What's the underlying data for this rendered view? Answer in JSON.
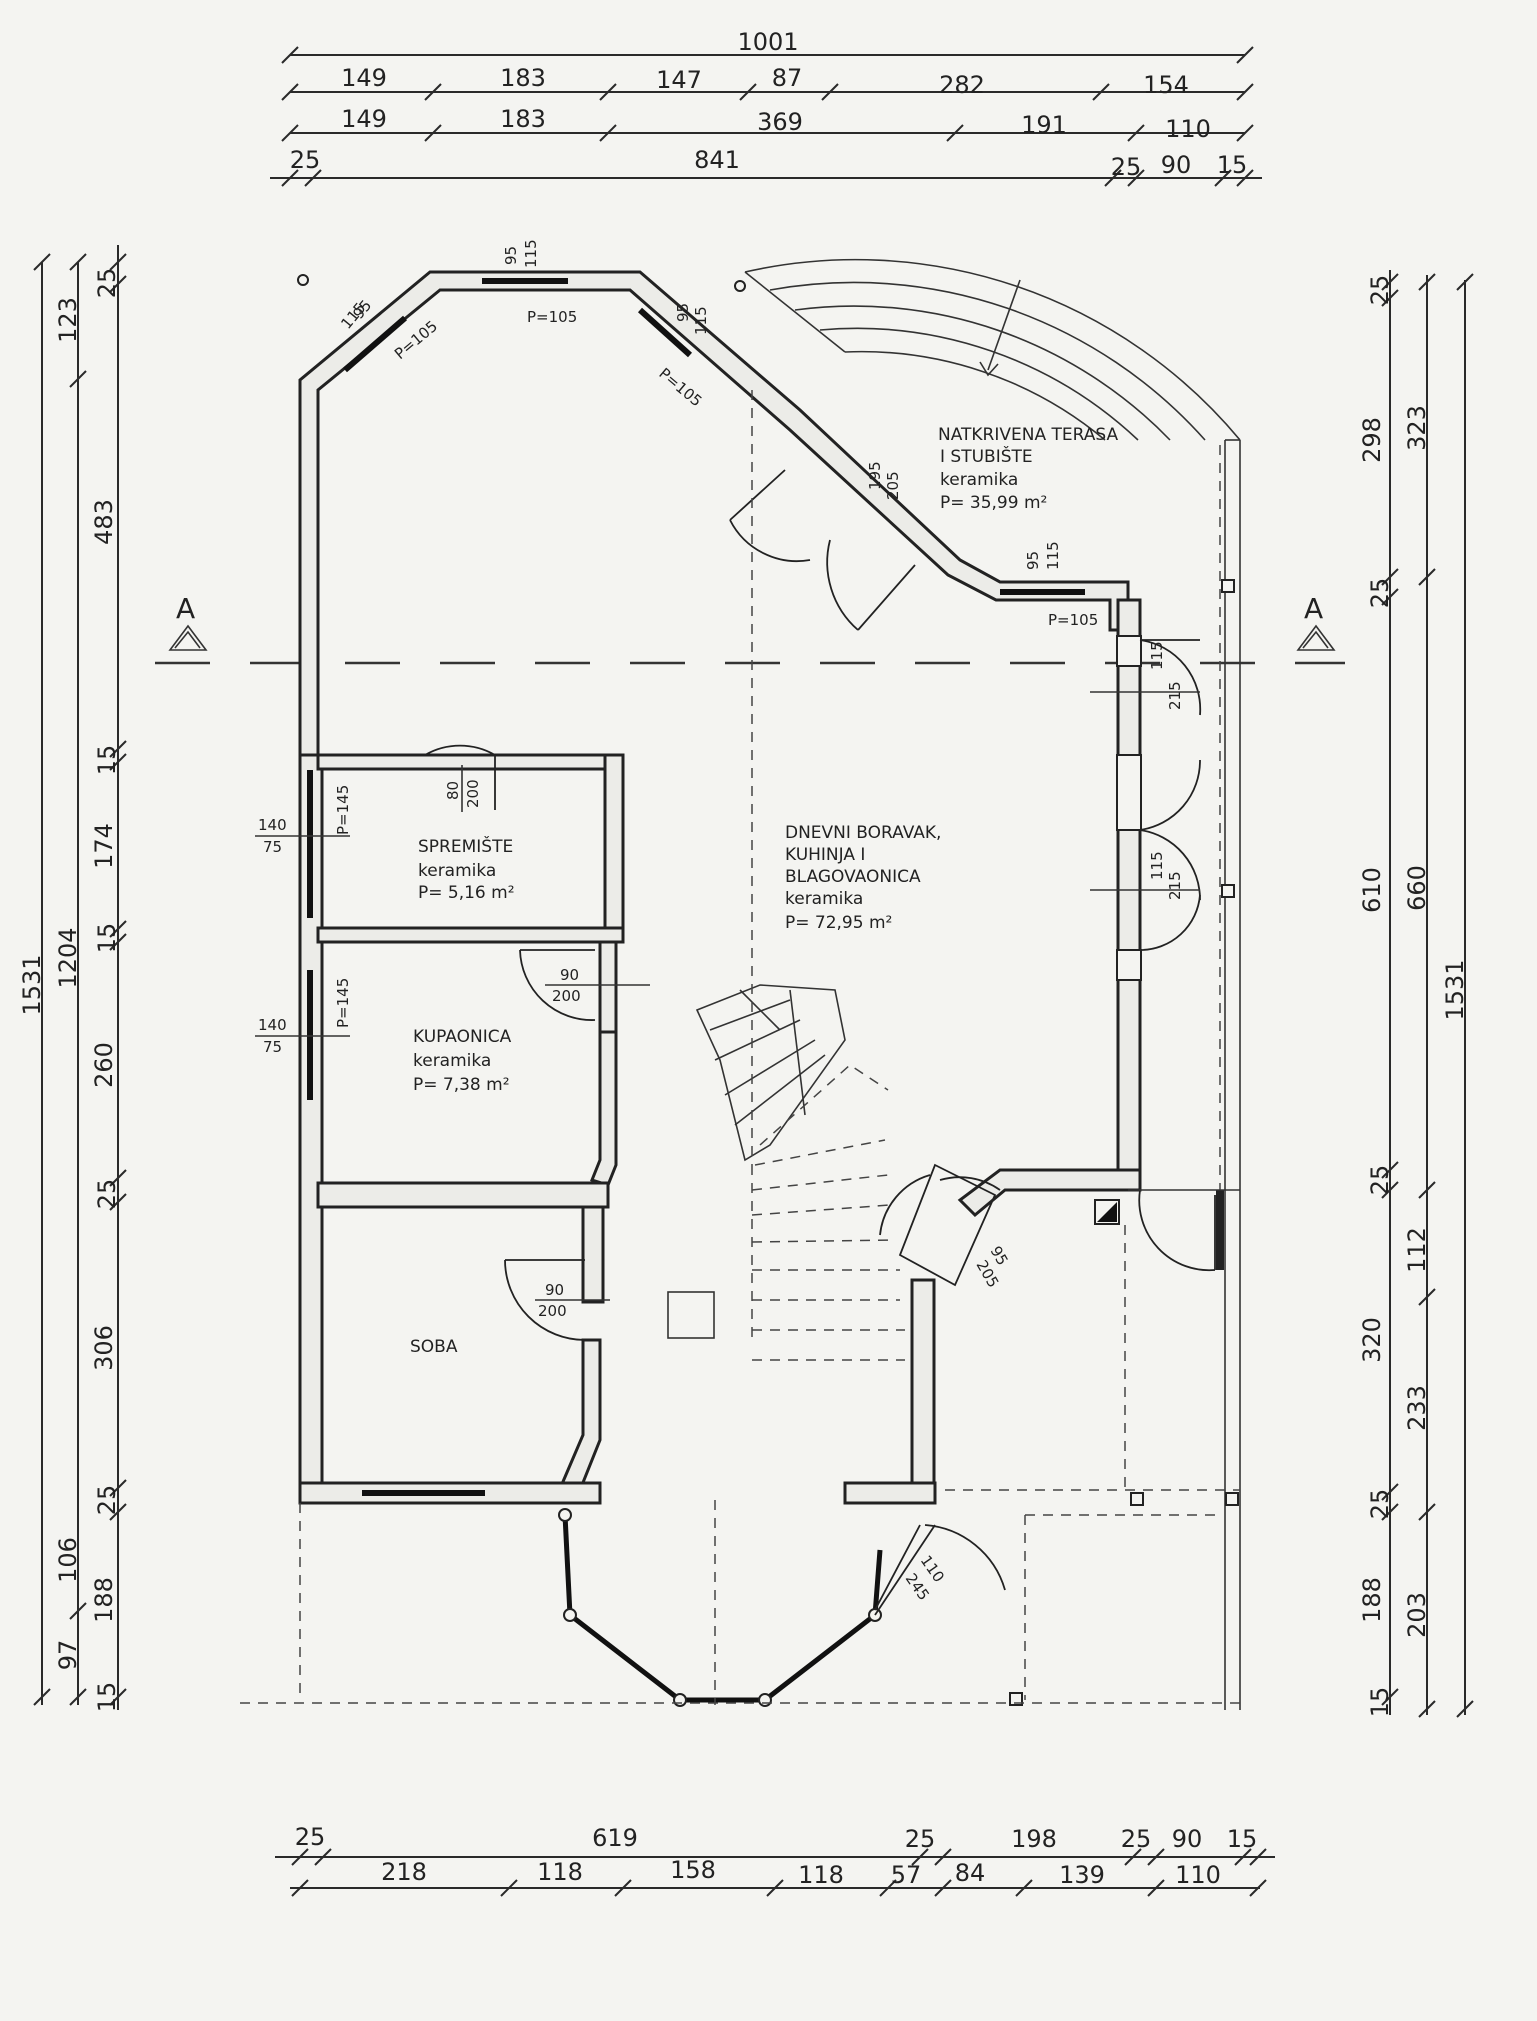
{
  "dims": {
    "top": {
      "total": "1001",
      "row1": [
        "149",
        "183",
        "147",
        "87",
        "282",
        "154"
      ],
      "row2": [
        "149",
        "183",
        "369",
        "191",
        "110"
      ],
      "row3": [
        "25",
        "841",
        "25",
        "90",
        "15"
      ]
    },
    "bottom": {
      "row1": [
        "25",
        "619",
        "25",
        "198",
        "25",
        "90",
        "15"
      ],
      "row2": [
        "218",
        "118",
        "158",
        "118",
        "57",
        "84",
        "139",
        "110"
      ]
    },
    "left": {
      "total": "1531",
      "mid": "1204",
      "parts": [
        "25",
        "123",
        "483",
        "15",
        "174",
        "15",
        "260",
        "25",
        "306",
        "25",
        "106",
        "188",
        "97",
        "15"
      ]
    },
    "right": {
      "total": "1531",
      "mid": [
        "323",
        "660"
      ],
      "parts": [
        "25",
        "298",
        "25",
        "610",
        "25",
        "112",
        "320",
        "233",
        "25",
        "188",
        "203",
        "15"
      ]
    }
  },
  "section": {
    "left": "A",
    "right": "A"
  },
  "rooms": {
    "terrace": {
      "line1": "NATKRIVENA TERASA",
      "line2": "I STUBIŠTE",
      "floor": "keramika",
      "area": "P= 35,99 m²"
    },
    "living": {
      "line1": "DNEVNI BORAVAK,",
      "line2": "KUHINJA I",
      "line3": "BLAGOVAONICA",
      "floor": "keramika",
      "area": "P= 72,95 m²"
    },
    "storage": {
      "name": "SPREMIŠTE",
      "floor": "keramika",
      "area": "P= 5,16 m²"
    },
    "bathroom": {
      "name": "KUPAONICA",
      "floor": "keramika",
      "area": "P= 7,38 m²"
    },
    "room": {
      "name": "SOBA"
    }
  },
  "labels": {
    "win_top_a": "95",
    "win_top_b": "115",
    "win_pa": "P=105",
    "win_nw_a": "95",
    "win_nw_b": "115",
    "win_nw_p": "P=105",
    "win_ne_a": "95",
    "win_ne_b": "115",
    "win_ne_p": "P=105",
    "win_e_a": "95",
    "win_e_b": "115",
    "win_e_p": "P=105",
    "door_ter_a": "195",
    "door_ter_b": "205",
    "store_win_a": "140",
    "store_win_b": "75",
    "store_win_p": "P=145",
    "bath_win_a": "140",
    "bath_win_b": "75",
    "bath_win_p": "P=145",
    "store_door_a": "80",
    "store_door_b": "200",
    "bath_door_a": "90",
    "bath_door_b": "200",
    "room_door_a": "90",
    "room_door_b": "200",
    "side_door_a": "95",
    "side_door_b": "205",
    "e_door1_a": "115",
    "e_door1_b": "215",
    "e_door2_a": "115",
    "e_door2_b": "215",
    "entry_door_a": "110",
    "entry_door_b": "245"
  }
}
